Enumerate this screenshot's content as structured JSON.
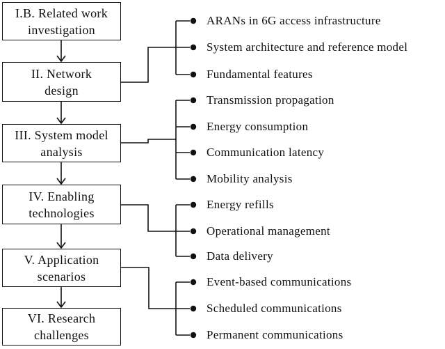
{
  "diagram": {
    "title_visible": false,
    "colors": {
      "line": "#111111",
      "text": "#111111",
      "background": "#ffffff"
    },
    "icons": {
      "flow_arrow_icon": "down-arrow",
      "bullet_icon": "filled-circle"
    },
    "sections": [
      {
        "id": "I.B",
        "lines": [
          "I.B. Related work",
          "investigation"
        ]
      },
      {
        "id": "II",
        "lines": [
          "II. Network",
          "design"
        ]
      },
      {
        "id": "III",
        "lines": [
          "III. System model",
          "analysis"
        ]
      },
      {
        "id": "IV",
        "lines": [
          "IV. Enabling",
          "technologies"
        ]
      },
      {
        "id": "V",
        "lines": [
          "V. Application",
          "scenarios"
        ]
      },
      {
        "id": "VI",
        "lines": [
          "VI. Research",
          "challenges"
        ]
      }
    ],
    "groups": [
      {
        "parent": "II",
        "items": [
          "ARANs in 6G access infrastructure",
          "System architecture and reference model",
          "Fundamental features"
        ]
      },
      {
        "parent": "III",
        "items": [
          "Transmission propagation",
          "Energy consumption",
          "Communication latency",
          "Mobility analysis"
        ]
      },
      {
        "parent": "IV",
        "items": [
          "Energy refills",
          "Operational management",
          "Data delivery"
        ]
      },
      {
        "parent": "V",
        "items": [
          "Event-based communications",
          "Scheduled communications",
          "Permanent communications"
        ]
      }
    ]
  }
}
